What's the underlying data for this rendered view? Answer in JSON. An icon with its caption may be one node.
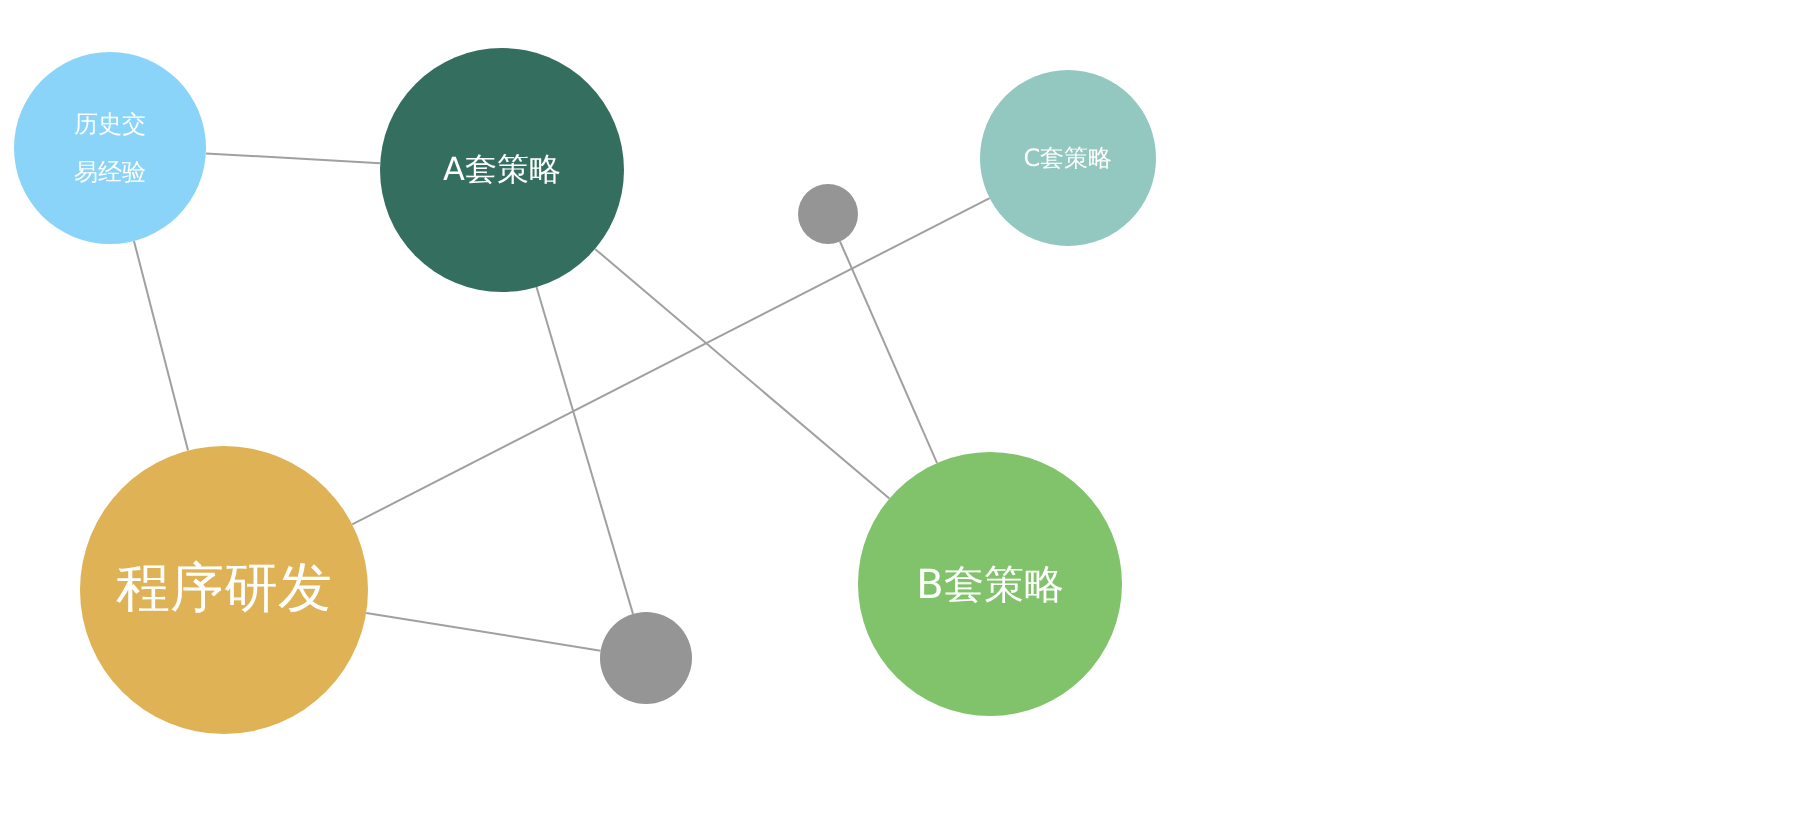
{
  "diagram": {
    "nodes": [
      {
        "text": [
          "历史交易经验"
        ]
      },
      {
        "text": [
          "A套策略"
        ]
      },
      {
        "text": [
          "C套策略"
        ]
      },
      {
        "text": [],
        "shape": "circle"
      },
      {
        "text": [
          "程序研发"
        ]
      },
      {
        "text": [
          "B套策略"
        ]
      },
      {
        "text": [],
        "shape": "circle"
      }
    ],
    "edges": [
      {
        "from": 0,
        "to": 1,
        "arrow": "none"
      },
      {
        "from": 0,
        "to": 4,
        "arrow": "none"
      },
      {
        "from": 1,
        "to": 6,
        "arrow": "none"
      },
      {
        "from": 1,
        "to": 5,
        "arrow": "none"
      },
      {
        "from": 2,
        "to": 4,
        "arrow": "none"
      },
      {
        "from": 3,
        "to": 5,
        "arrow": "none"
      },
      {
        "from": 4,
        "to": 6,
        "arrow": "none"
      }
    ]
  }
}
